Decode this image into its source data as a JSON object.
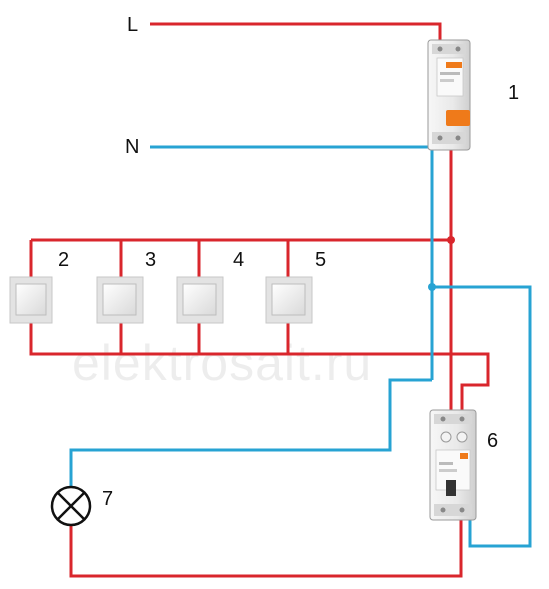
{
  "labels": {
    "line": "L",
    "neutral": "N",
    "breaker": "1",
    "switch_2": "2",
    "switch_3": "3",
    "switch_4": "4",
    "switch_5": "5",
    "relay": "6",
    "lamp": "7"
  },
  "watermark": "elektrosait.ru",
  "colors": {
    "phase_wire": "#d9262c",
    "neutral_wire": "#27a3d3",
    "device_body": "#eeeeee",
    "accent": "#ef7a1a"
  },
  "icons": [
    "breaker-icon",
    "switch-icon",
    "impulse-relay-icon",
    "lamp-icon"
  ]
}
